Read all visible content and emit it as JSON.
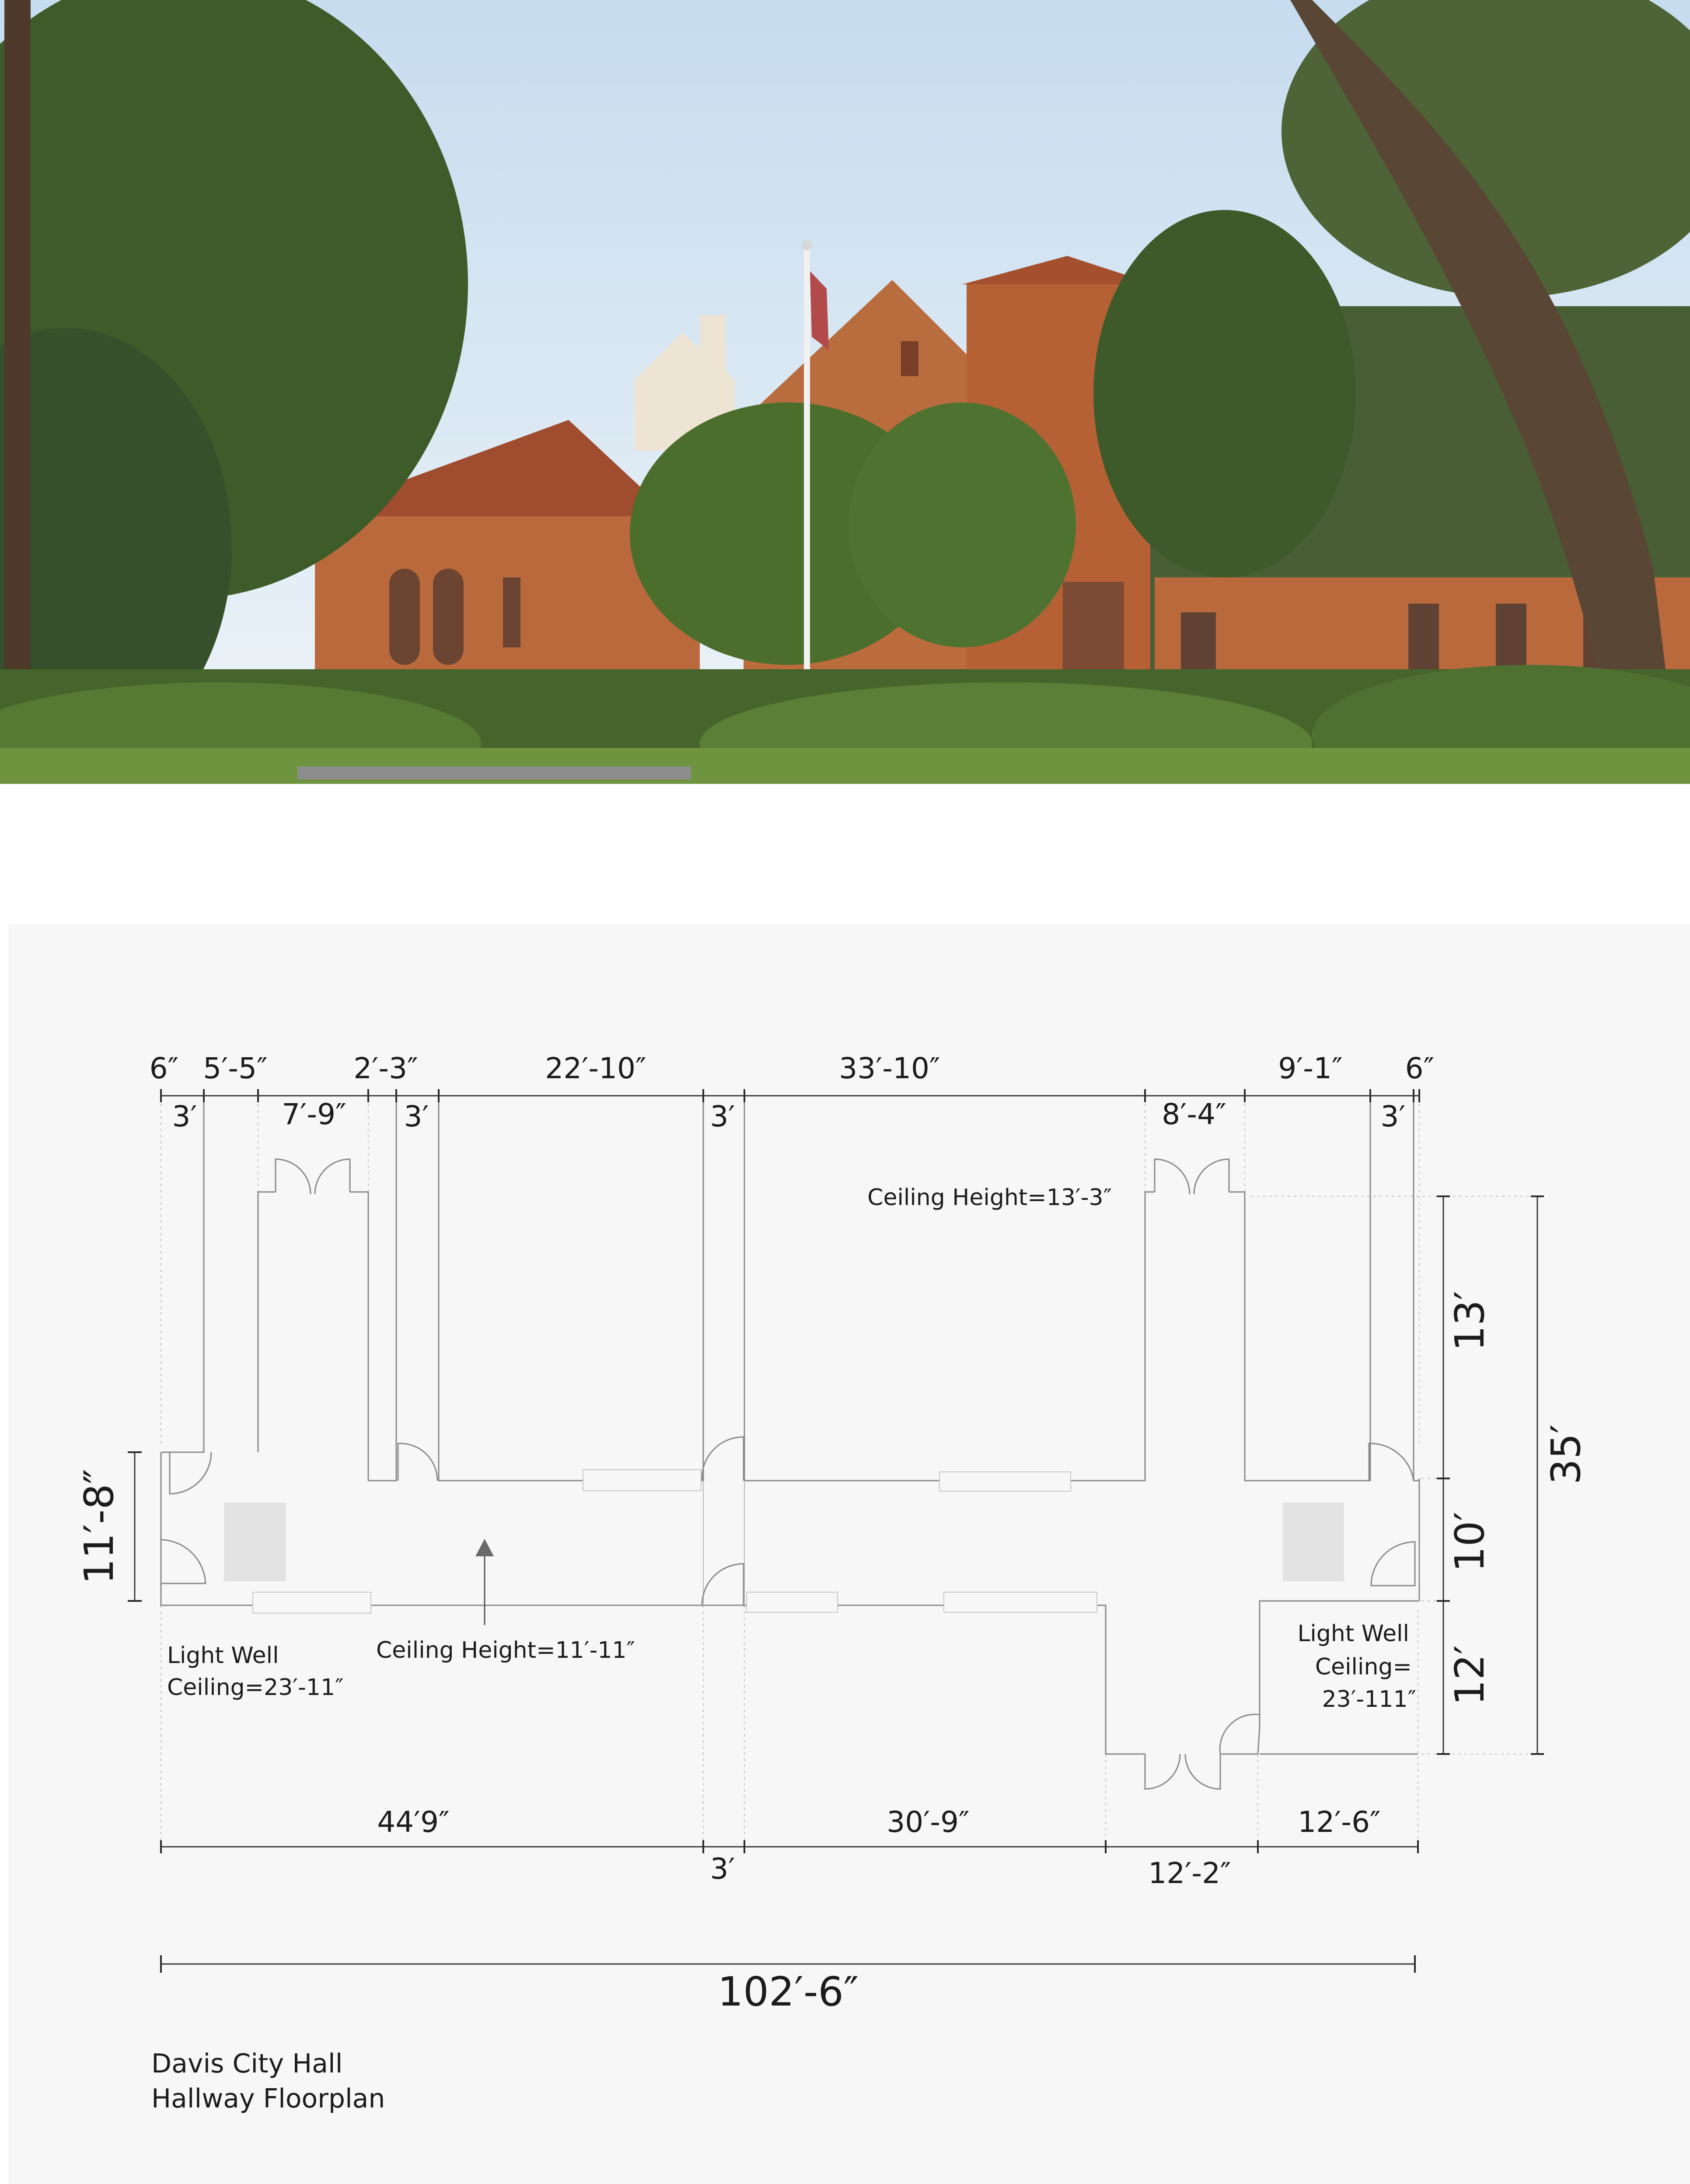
{
  "photo": {
    "subject": "brick building with red tile roof, flagpole with flag, surrounded by trees and hedges",
    "colors": {
      "sky": "#dbe8f3",
      "brick": "#b8683a",
      "roof": "#9c4a2e",
      "foliage": "#3f5a26",
      "grass": "#6d8f3c"
    }
  },
  "plan": {
    "top_dims_upper": [
      "6″",
      "5′-5″",
      "2′-3″",
      "22′-10″",
      "33′-10″",
      "9′-1″",
      "6″"
    ],
    "top_dims_lower": [
      "3′",
      "7′-9″",
      "3′",
      "3′",
      "8′-4″",
      "3′"
    ],
    "left_dim": "11′-8″",
    "right_dims": [
      "13′",
      "10′",
      "12′"
    ],
    "right_total": "35′",
    "bottom_dims_upper": [
      "44′9″",
      "30′-9″",
      "12′-6″"
    ],
    "bottom_dims_lower": [
      "3′",
      "12′-2″"
    ],
    "total_width": "102′-6″",
    "notes": {
      "ceiling_top": "Ceiling Height=13′-3″",
      "ceiling_hall": "Ceiling Height=11′-11″",
      "light_well_left": [
        "Light Well",
        "Ceiling=23′-11″"
      ],
      "light_well_right": [
        "Light Well",
        "Ceiling=",
        "23′-111″"
      ]
    },
    "caption": [
      "Davis City Hall",
      "Hallway Floorplan"
    ],
    "colors": {
      "panel": "#f7f7f7",
      "wall": "#8a8a8a",
      "text": "#1c1c1c"
    }
  }
}
